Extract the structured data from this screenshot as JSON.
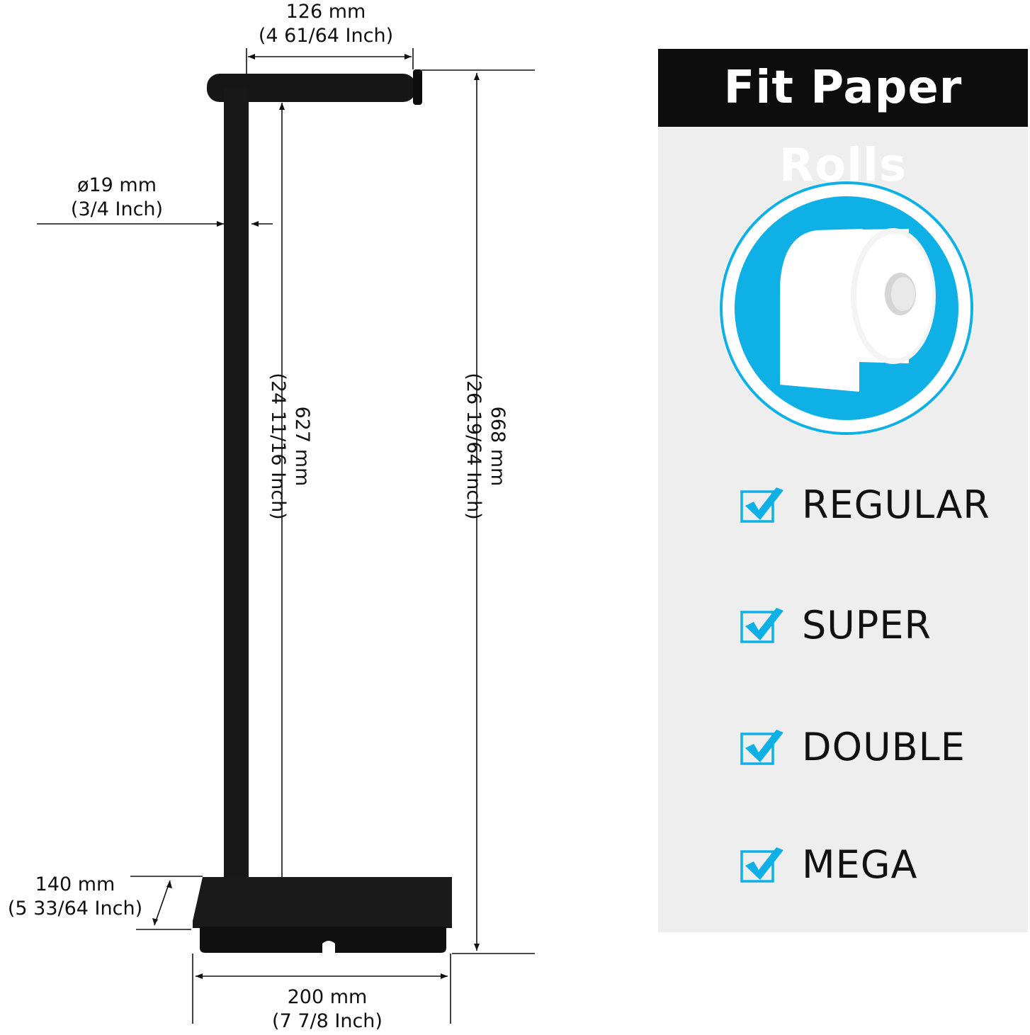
{
  "dimensions": {
    "arm_width": {
      "mm": "126 mm",
      "inch": "(4 61/64 Inch)"
    },
    "pole_diameter": {
      "mm": "ø19 mm",
      "inch": "(3/4 Inch)"
    },
    "pole_height": {
      "mm": "627 mm",
      "inch": "(24 11/16 Inch)"
    },
    "total_height": {
      "mm": "668 mm",
      "inch": "(26 19/64 Inch)"
    },
    "base_depth": {
      "mm": "140 mm",
      "inch": "(5 33/64 Inch)"
    },
    "base_width": {
      "mm": "200 mm",
      "inch": "(7 7/8 Inch)"
    }
  },
  "panel": {
    "title": "Fit Paper Rolls",
    "items": [
      {
        "label": "REGULAR"
      },
      {
        "label": "SUPER"
      },
      {
        "label": "DOUBLE"
      },
      {
        "label": "MEGA"
      }
    ]
  },
  "colors": {
    "accent": "#0fb0e6",
    "product": "#151515",
    "panel_bg": "#eeeeee",
    "header_bg": "#0d0d0d"
  },
  "icons": [
    "toilet-paper-roll-icon",
    "checkbox-checked-icon"
  ]
}
